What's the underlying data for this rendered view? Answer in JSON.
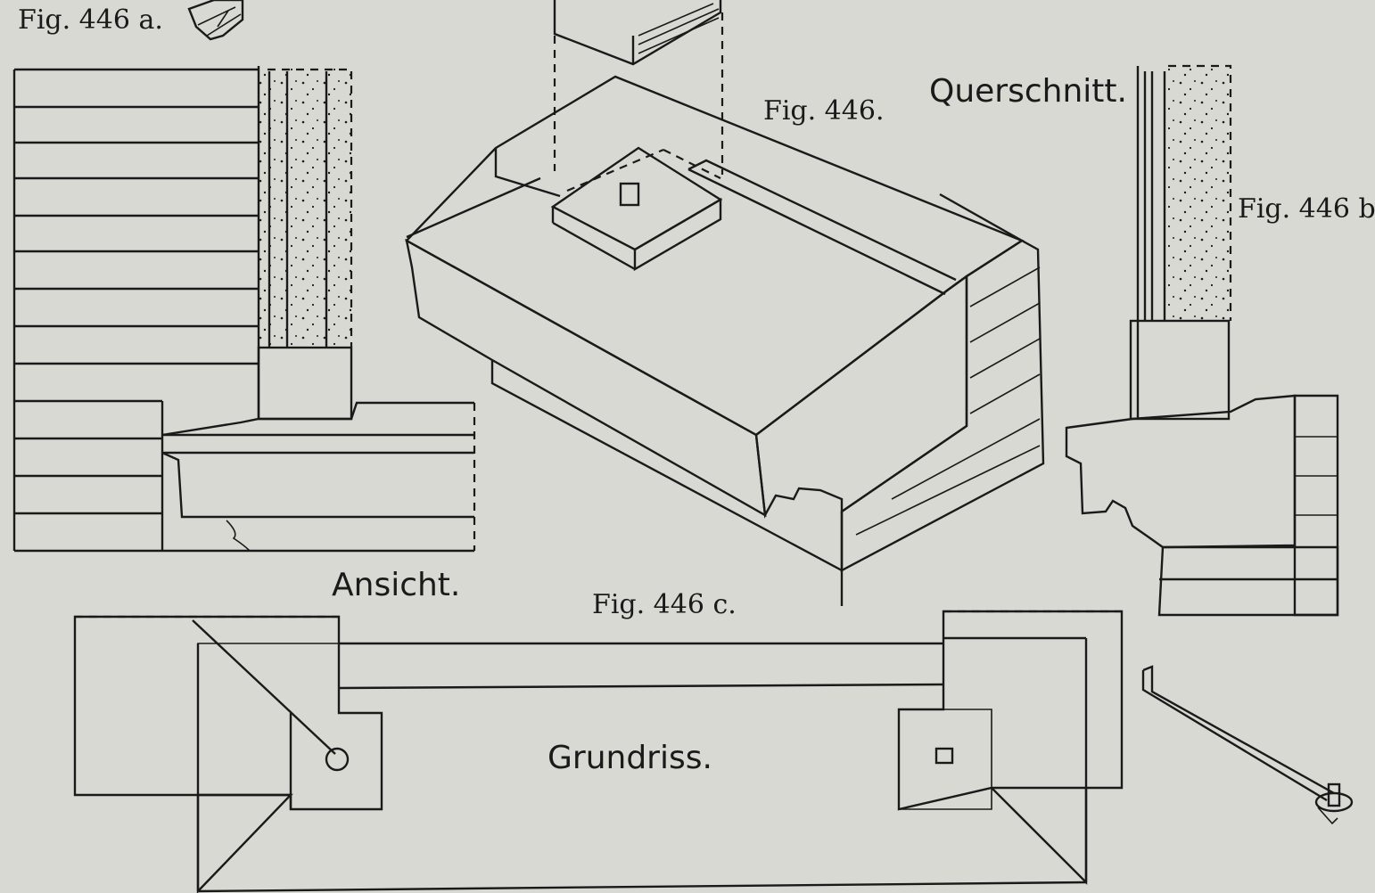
{
  "labels": {
    "fig_446a": "Fig. 446 a.",
    "fig_446": "Fig. 446.",
    "fig_446b": "Fig. 446 b.",
    "fig_446c": "Fig. 446 c.",
    "querschnitt": "Querschnitt.",
    "ansicht": "Ansicht.",
    "grundriss": "Grundriss."
  },
  "colors": {
    "paper": "#d9d9d4",
    "ink": "#1a1a1a"
  }
}
